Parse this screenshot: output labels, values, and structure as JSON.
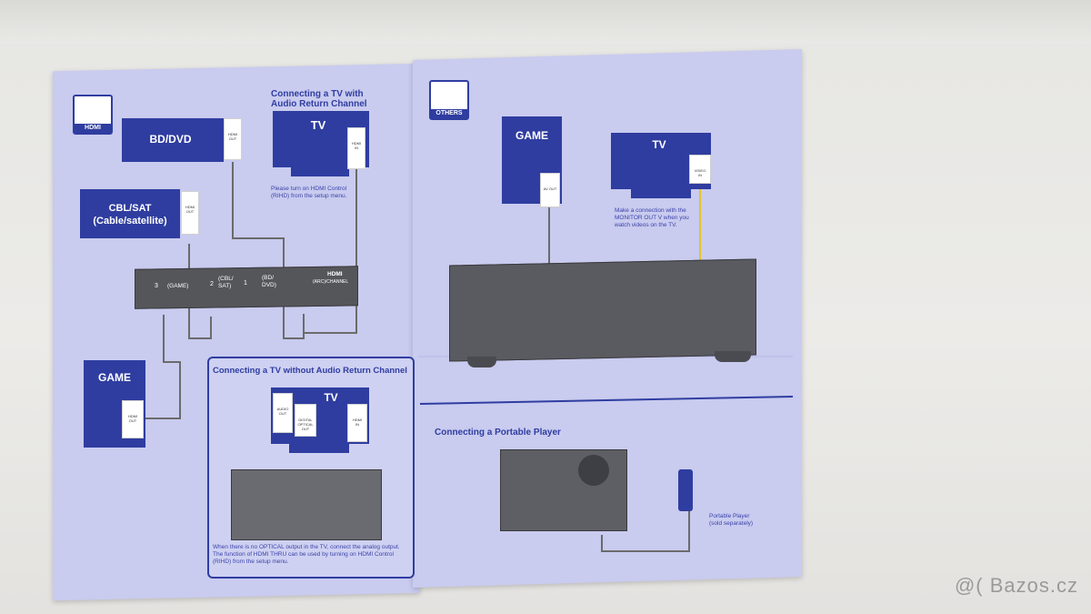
{
  "manual": {
    "hdmi_icon": "HDMI",
    "others_icon": "OTHERS",
    "bd_dvd": "BD/DVD",
    "cbl_sat": "CBL/SAT\n(Cable/satellite)",
    "game": "GAME",
    "tv": "TV",
    "arc_heading": "Connecting a TV with\nAudio Return Channel",
    "arc_note": "Please turn on HDMI Control\n(RIHD) from the setup menu.",
    "no_arc_heading": "Connecting a TV without Audio Return Channel",
    "no_arc_note": "When there is no OPTICAL output in the TV, connect the analog output.\nThe function of HDMI THRU can be used by turning on HDMI Control\n(RIHD) from the setup menu.",
    "monitor_note": "Make a connection with the\nMONITOR OUT V when you\nwatch videos on the TV.",
    "portable_heading": "Connecting a Portable Player",
    "portable_player": "Portable Player\n(sold separately)",
    "hdmi_out": "HDMI\nOUT",
    "hdmi_in": "HDMI\nIN",
    "av_out": "AV OUT",
    "video_in": "VIDEO\nIN",
    "audio_out": "AUDIO\nOUT",
    "digital_optical_out": "DIGITAL\nOPTICAL\nOUT",
    "panel": {
      "in3": "3",
      "game": "(GAME)",
      "in2": "2",
      "cbl_sat": "(CBL/\nSAT)",
      "in1": "1",
      "bd_dvd": "(BD/\nDVD)",
      "hdmi": "HDMI",
      "arc": "(ARC)/CHANNEL"
    }
  },
  "watermark": "@( Bazos.cz",
  "colors": {
    "paper": "#c9cbef",
    "brand_blue": "#2f3da0",
    "cable_grey": "#6b6b6b",
    "video_cable": "#e6c32a",
    "audio_red": "#c83030"
  }
}
